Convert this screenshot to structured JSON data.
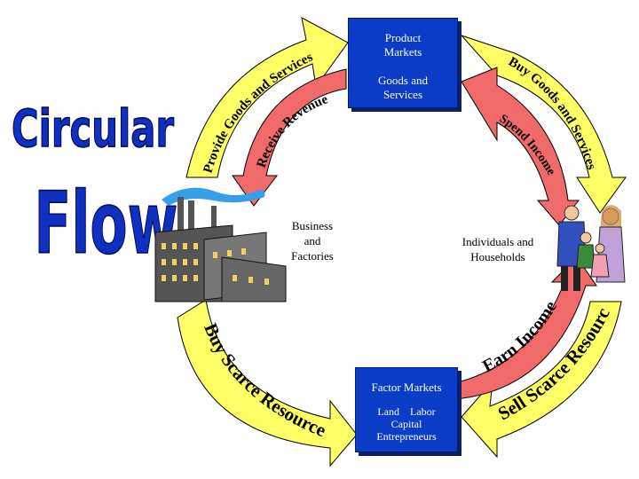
{
  "title": {
    "line1": "Circular",
    "line2": "Flow"
  },
  "product_markets": {
    "title": "Product Markets",
    "subtitle": "Goods and Services"
  },
  "factor_markets": {
    "title": "Factor Markets",
    "line1": "Land    Labor",
    "line2": "Capital",
    "line3": "Entrepreneurs"
  },
  "business": {
    "label": "Business and Factories"
  },
  "households": {
    "label": "Individuals and Households"
  },
  "flows": {
    "provide_goods": "Provide Goods and Services",
    "receive_revenue": "Receive Revenue",
    "buy_goods": "Buy Goods and Services",
    "spend_income": "Spend Income",
    "earn_income": "Earn Income",
    "sell_resources": "Sell Scarce Resources",
    "buy_resources": "Buy Scarce Resources"
  },
  "colors": {
    "yellow_arrow": "#ffff66",
    "red_arrow": "#f06a6a",
    "box_blue": "#0a3cc8",
    "title_blue": "#1030c0"
  },
  "icons": {
    "factory": "factory-icon",
    "family": "family-icon"
  }
}
